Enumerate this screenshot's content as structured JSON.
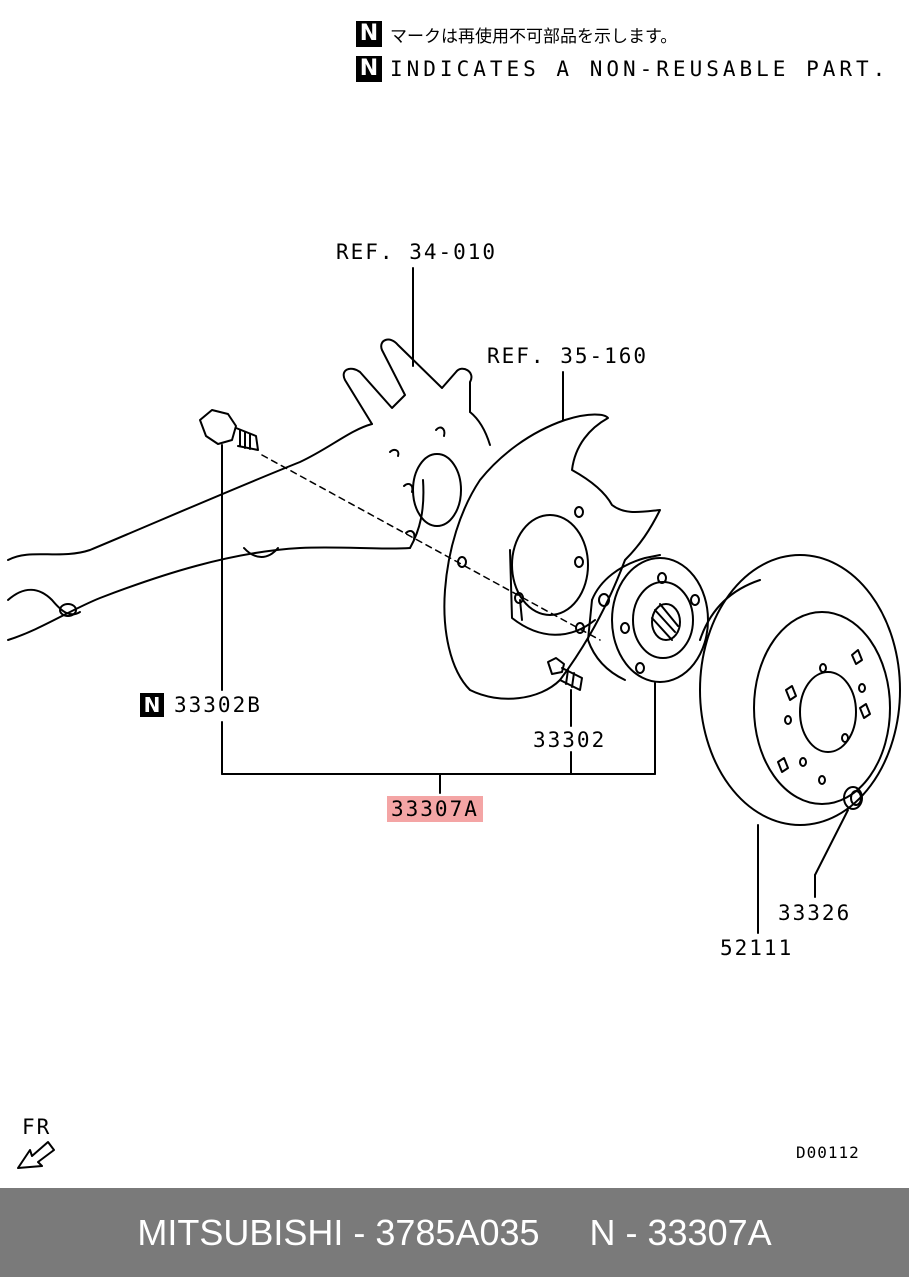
{
  "legend": {
    "badge": "N",
    "line_jp": "マークは再使用不可部品を示します。",
    "line_en": "INDICATES A NON-REUSABLE PART."
  },
  "callouts": {
    "ref_knuckle": "REF. 34-010",
    "ref_backplate": "REF. 35-160",
    "bolt_non_reusable": "33302B",
    "hub_bolt": "33302",
    "hub_assembly": "33307A",
    "brake_disc": "52111",
    "nut": "33326"
  },
  "direction": {
    "label": "FR"
  },
  "diagram_code": "D00112",
  "footer": {
    "text": "MITSUBISHI - 3785A035     N - 33307A"
  },
  "colors": {
    "highlight": "#f4a5a5",
    "footer_bg": "#7a7a7a"
  }
}
